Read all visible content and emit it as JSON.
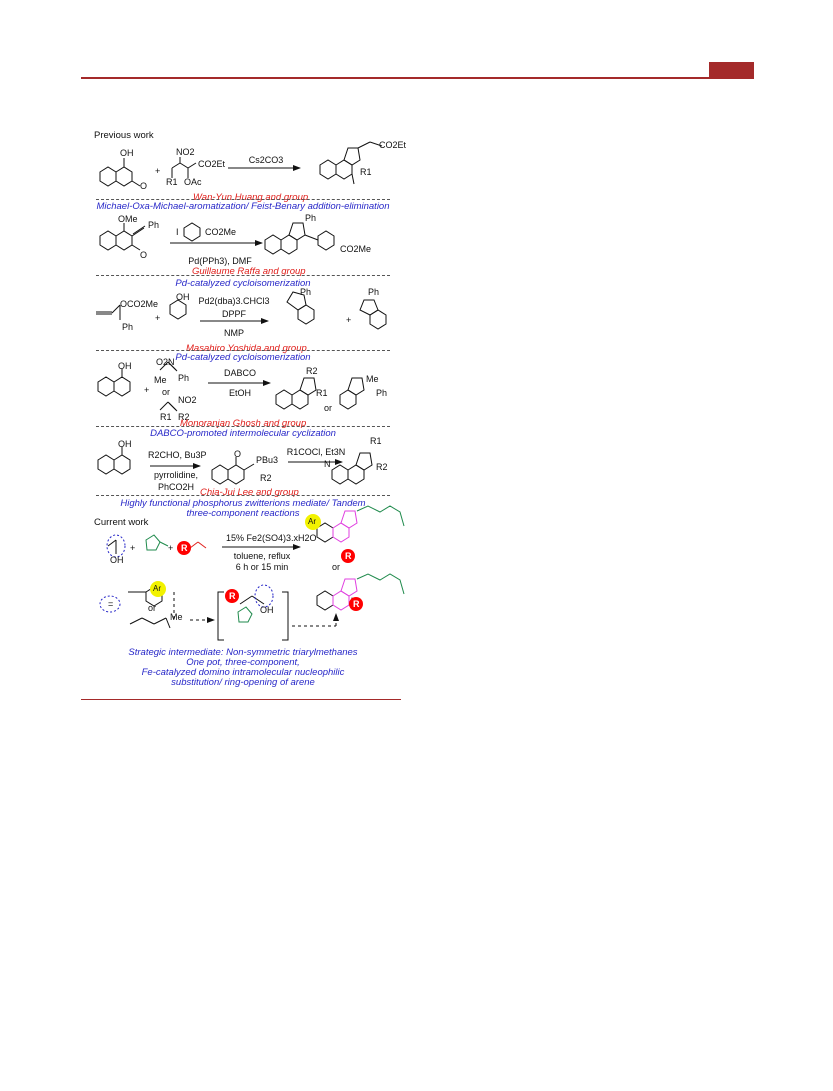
{
  "section_labels": {
    "previous": "Previous work",
    "current": "Current work"
  },
  "rows": [
    {
      "author": "Wan-Yun Huang and group",
      "method": "Michael-Oxa-Michael-aromatization/ Feist-Benary addition-elimination",
      "reagents_top": "Cs2CO3",
      "reagents_bottom": ""
    },
    {
      "author": "Guillaume Raffa and group",
      "method": "Pd-catalyzed cycloisomerization",
      "reagents_top": "",
      "reagents_bottom": "Pd(PPh3), DMF"
    },
    {
      "author": "Masahiro Yoshida and group",
      "method": "Pd-catalyzed cycloisomerization",
      "reagents_top": "Pd2(dba)3.CHCl3",
      "reagents_mid": "DPPF",
      "reagents_bottom": "NMP"
    },
    {
      "author": "Monoranjan Ghosh and group",
      "method": "DABCO-promoted intermolecular cyclization",
      "reagents_top": "DABCO",
      "reagents_bottom": "EtOH"
    },
    {
      "author": "Chia-Jui Lee and group",
      "method_line1": "Highly functional phosphorus zwitterions mediate/ Tandem",
      "method_line2": "three-component reactions",
      "reagents_top": "R2CHO, Bu3P",
      "reagents_bottom1": "pyrrolidine,",
      "reagents_bottom2": "PhCO2H",
      "reagents_second": "R1COCl, Et3N"
    }
  ],
  "current": {
    "reagents_top": "15% Fe2(SO4)3.xH2O",
    "reagents_mid": "toluene, reflux",
    "reagents_bottom": "6 h or 15 min",
    "summary": [
      "Strategic intermediate: Non-symmetric triarylmethanes",
      "One pot, three-component,",
      "Fe-catalyzed domino intramolecular nucleophilic",
      "substitution/ ring-opening of arene"
    ]
  },
  "atoms": {
    "oh": "OH",
    "ome": "OMe",
    "o": "O",
    "ph": "Ph",
    "me": "Me",
    "no2": "NO2",
    "o2n": "O2N",
    "co2et": "CO2Et",
    "co2me": "CO2Me",
    "oac": "OAc",
    "oco2me": "OCO2Me",
    "r1": "R1",
    "r2": "R2",
    "i": "I",
    "n": "N",
    "r": "R",
    "ar": "Ar",
    "pbu3": "PBu3",
    "plus": "+",
    "or": "or",
    "eq": "="
  },
  "colors": {
    "accent": "#a42a2a",
    "author": "#e0201c",
    "method": "#2727c8",
    "badge_r": "#ff0000",
    "badge_ar": "#f2f200",
    "new_bonds": "#e040e0",
    "side_chain": "#1f8a4c"
  }
}
